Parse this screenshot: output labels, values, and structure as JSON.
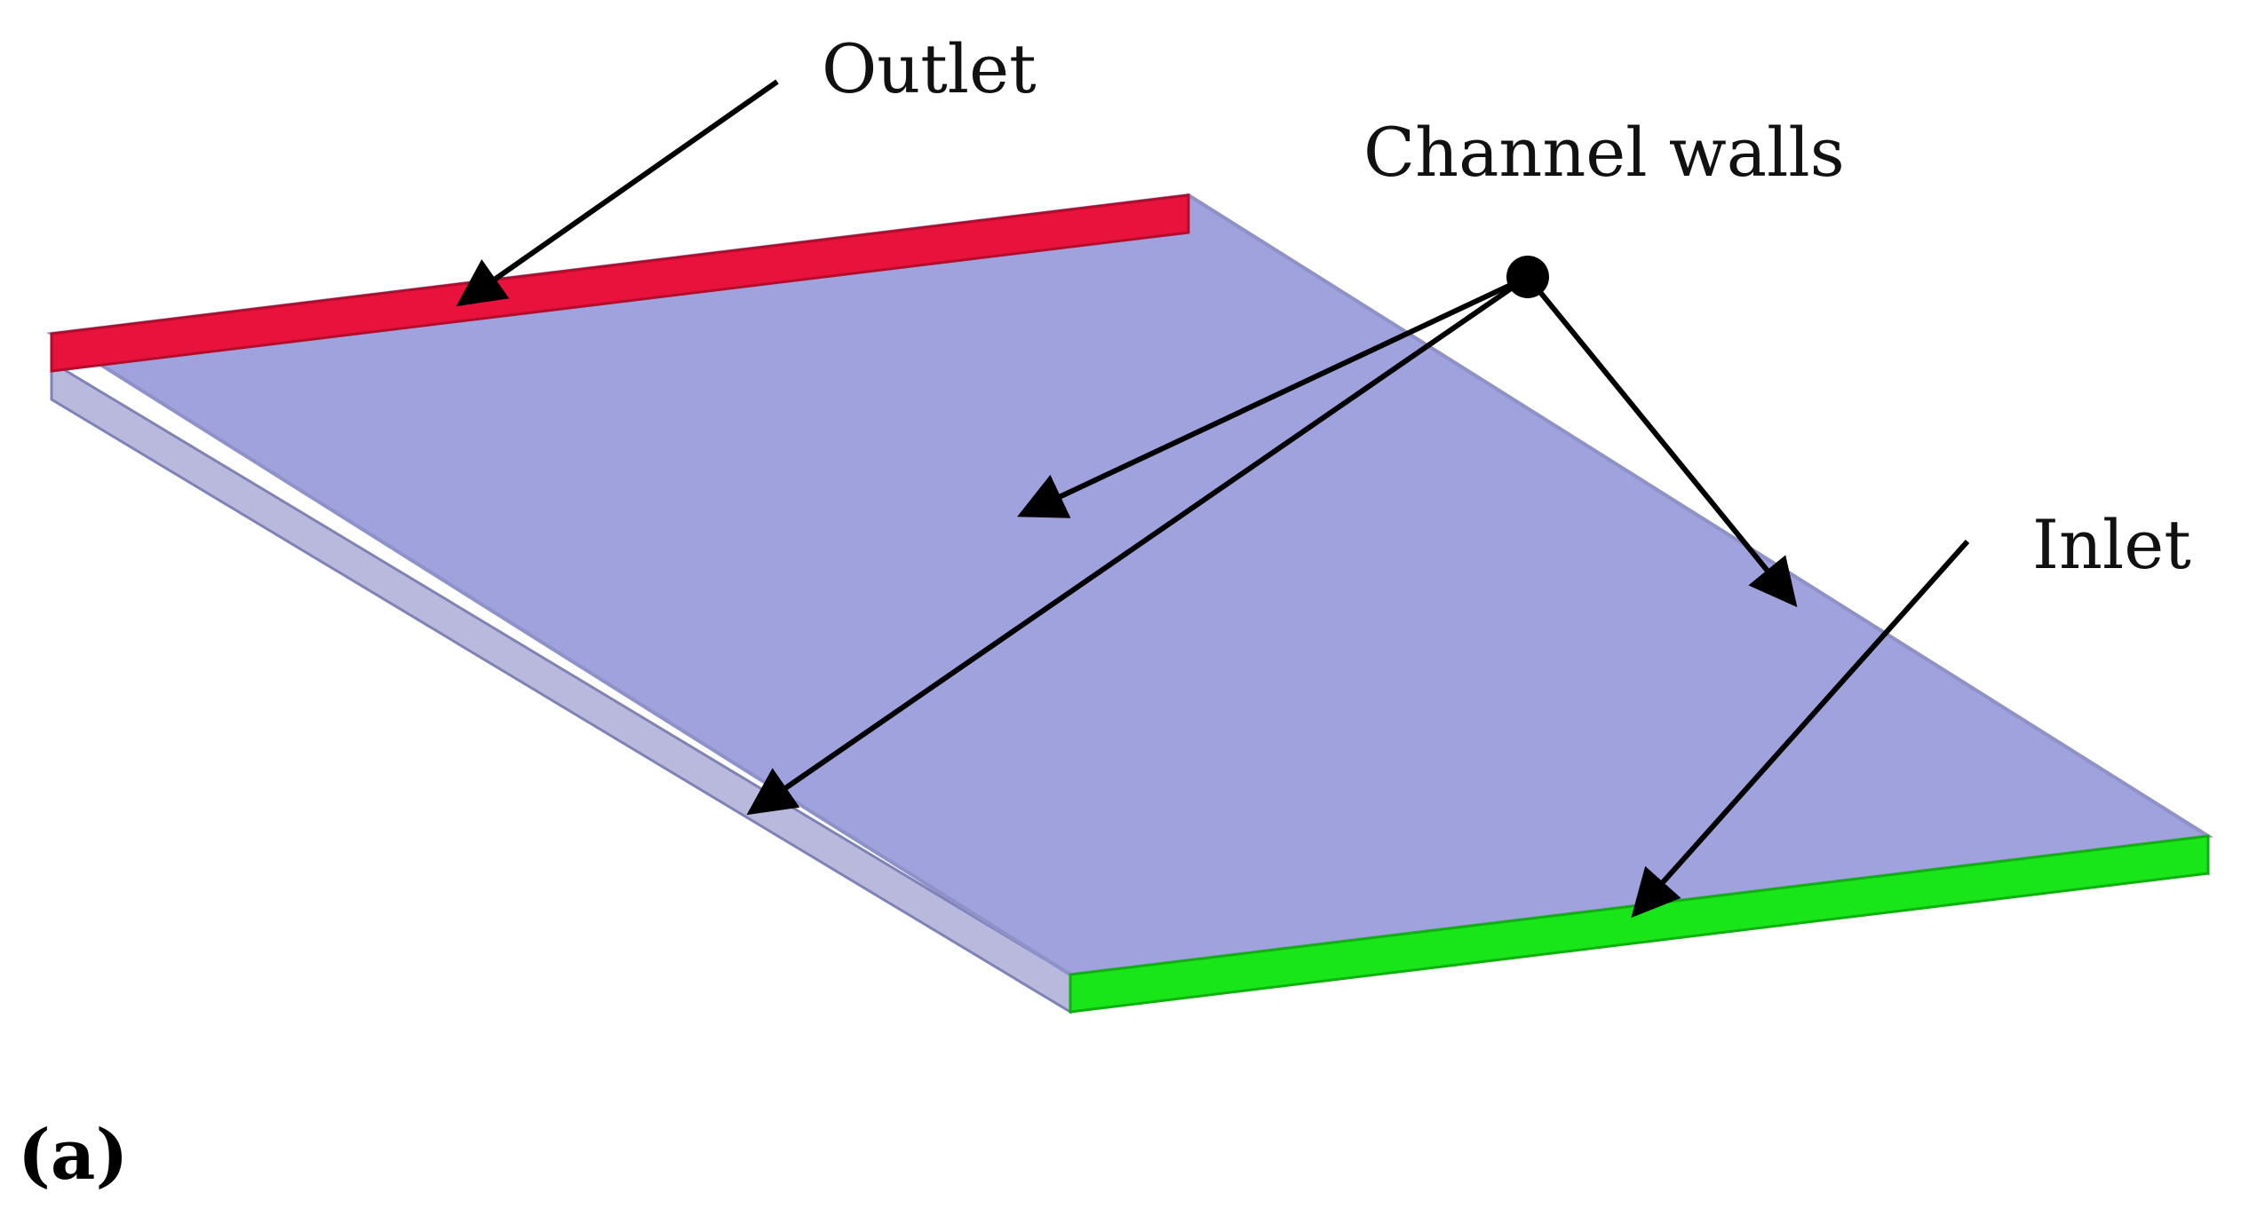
{
  "labels": {
    "outlet": "Outlet",
    "channel_walls": "Channel walls",
    "inlet": "Inlet",
    "panel": "(a)"
  },
  "colors": {
    "background": "#ffffff",
    "channel_face": "#a0a2de",
    "wall_edge": "#8f92c8",
    "outlet": "#e8123c",
    "inlet": "#19e619",
    "arrow": "#000000"
  }
}
